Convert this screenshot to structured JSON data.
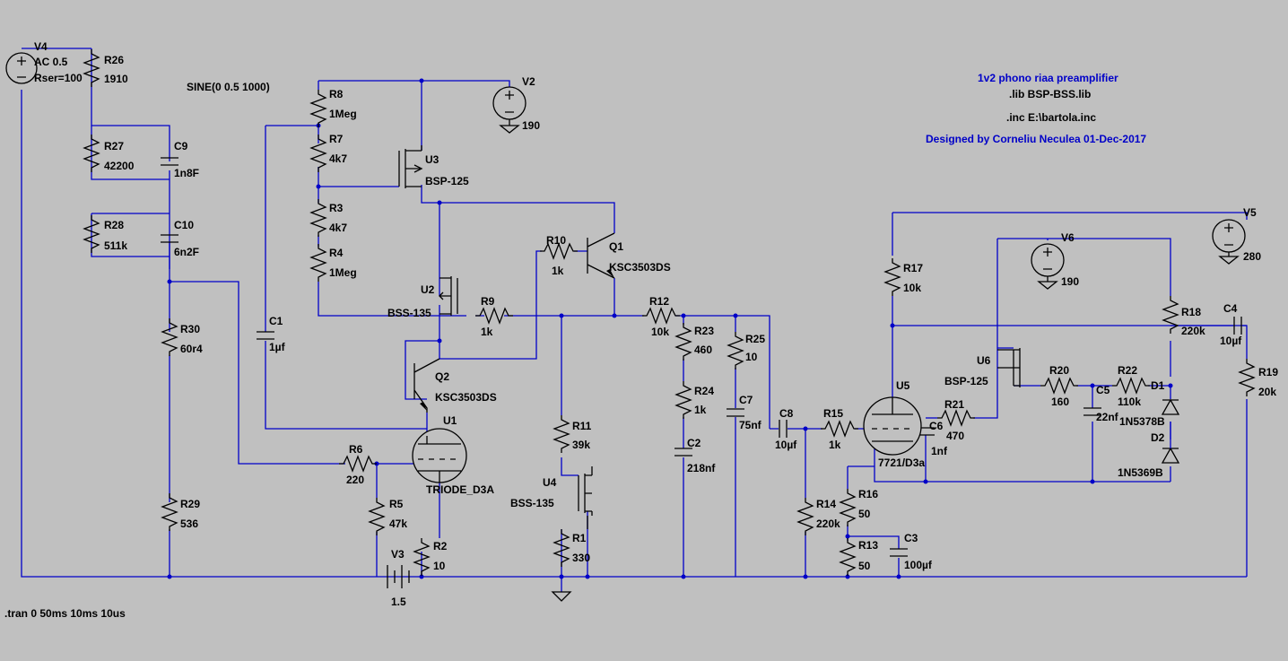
{
  "title": "1v2 phono riaa preamplifier",
  "directives": {
    "lib": ".lib BSP-BSS.lib",
    "inc": ".inc E:\\bartola.inc",
    "designed": "Designed by Corneliu Neculea 01-Dec-2017",
    "tran": ".tran 0 50ms 10ms 10us",
    "sine": "SINE(0 0.5 1000)"
  },
  "sources": {
    "V4": {
      "name": "V4",
      "ac": "AC 0.5",
      "rser": "Rser=100"
    },
    "V2": {
      "name": "V2",
      "value": "190"
    },
    "V3": {
      "name": "V3",
      "value": "1.5"
    },
    "V5": {
      "name": "V5",
      "value": "280"
    },
    "V6": {
      "name": "V6",
      "value": "190"
    }
  },
  "resistors": {
    "R26": {
      "name": "R26",
      "value": "1910"
    },
    "R27": {
      "name": "R27",
      "value": "42200"
    },
    "R28": {
      "name": "R28",
      "value": "511k"
    },
    "R30": {
      "name": "R30",
      "value": "60r4"
    },
    "R29": {
      "name": "R29",
      "value": "536"
    },
    "R8": {
      "name": "R8",
      "value": "1Meg"
    },
    "R7": {
      "name": "R7",
      "value": "4k7"
    },
    "R3": {
      "name": "R3",
      "value": "4k7"
    },
    "R4": {
      "name": "R4",
      "value": "1Meg"
    },
    "R9": {
      "name": "R9",
      "value": "1k"
    },
    "R10": {
      "name": "R10",
      "value": "1k"
    },
    "R12": {
      "name": "R12",
      "value": "10k"
    },
    "R23": {
      "name": "R23",
      "value": "460"
    },
    "R24": {
      "name": "R24",
      "value": "1k"
    },
    "R25": {
      "name": "R25",
      "value": "10"
    },
    "R11": {
      "name": "R11",
      "value": "39k"
    },
    "R1": {
      "name": "R1",
      "value": "330"
    },
    "R6": {
      "name": "R6",
      "value": "220"
    },
    "R5": {
      "name": "R5",
      "value": "47k"
    },
    "R2": {
      "name": "R2",
      "value": "10"
    },
    "R15": {
      "name": "R15",
      "value": "1k"
    },
    "R14": {
      "name": "R14",
      "value": "220k"
    },
    "R16": {
      "name": "R16",
      "value": "50"
    },
    "R13": {
      "name": "R13",
      "value": "50"
    },
    "R17": {
      "name": "R17",
      "value": "10k"
    },
    "R21": {
      "name": "R21",
      "value": "470"
    },
    "R20": {
      "name": "R20",
      "value": "160"
    },
    "R22": {
      "name": "R22",
      "value": "110k"
    },
    "R18": {
      "name": "R18",
      "value": "220k"
    },
    "R19": {
      "name": "R19",
      "value": "20k"
    }
  },
  "capacitors": {
    "C9": {
      "name": "C9",
      "value": "1n8F"
    },
    "C10": {
      "name": "C10",
      "value": "6n2F"
    },
    "C1": {
      "name": "C1",
      "value": "1µf"
    },
    "C7": {
      "name": "C7",
      "value": "75nf"
    },
    "C2": {
      "name": "C2",
      "value": "218nf"
    },
    "C8": {
      "name": "C8",
      "value": "10µf"
    },
    "C6": {
      "name": "C6",
      "value": "1nf"
    },
    "C5": {
      "name": "C5",
      "value": "22nf"
    },
    "C3": {
      "name": "C3",
      "value": "100µf"
    },
    "C4": {
      "name": "C4",
      "value": "10µf"
    }
  },
  "devices": {
    "U3": {
      "name": "U3",
      "model": "BSP-125"
    },
    "U2": {
      "name": "U2",
      "model": "BSS-135"
    },
    "U4": {
      "name": "U4",
      "model": "BSS-135"
    },
    "U6": {
      "name": "U6",
      "model": "BSP-125"
    },
    "Q1": {
      "name": "Q1",
      "model": "KSC3503DS"
    },
    "Q2": {
      "name": "Q2",
      "model": "KSC3503DS"
    },
    "U1": {
      "name": "U1",
      "model": "TRIODE_D3A"
    },
    "U5": {
      "name": "U5",
      "model": "7721/D3a"
    },
    "D1": {
      "name": "D1",
      "model": "1N5378B"
    },
    "D2": {
      "name": "D2",
      "model": "1N5369B"
    }
  }
}
